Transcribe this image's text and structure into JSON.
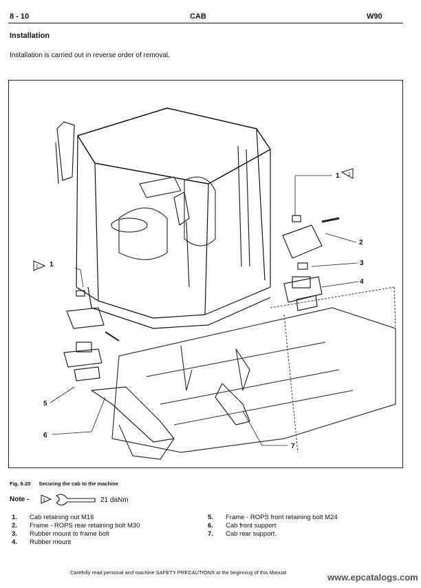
{
  "header": {
    "page_number": "8 - 10",
    "chapter": "CAB",
    "model": "W90"
  },
  "section": {
    "title": "Installation",
    "intro": "Installation is carried out in reverse order of removal."
  },
  "figure": {
    "number": "Fig. 8-20",
    "title": "Securing the cab to the machine",
    "callouts": [
      "1",
      "1",
      "2",
      "3",
      "4",
      "5",
      "6",
      "7"
    ],
    "callout_tag": "1"
  },
  "note": {
    "label": "Note -",
    "symbol_tag": "1",
    "torque": "21 daNm"
  },
  "legend": [
    {
      "num": "1.",
      "text": "Cab retaining nut M16"
    },
    {
      "num": "2.",
      "text": "Frame - ROPS rear retaining bolt M30"
    },
    {
      "num": "3.",
      "text": "Rubber mount to frame bolt"
    },
    {
      "num": "4.",
      "text": "Rubber mount"
    },
    {
      "num": "5.",
      "text": "Frame - ROPS front retaining bolt M24"
    },
    {
      "num": "6.",
      "text": "Cab front support"
    },
    {
      "num": "7.",
      "text": "Cab rear support."
    }
  ],
  "footer": "Carefully read personal and machine SAFETY PRECAUTIONS at the beginning of this Manual",
  "watermark": "www.epcatalogs.com"
}
